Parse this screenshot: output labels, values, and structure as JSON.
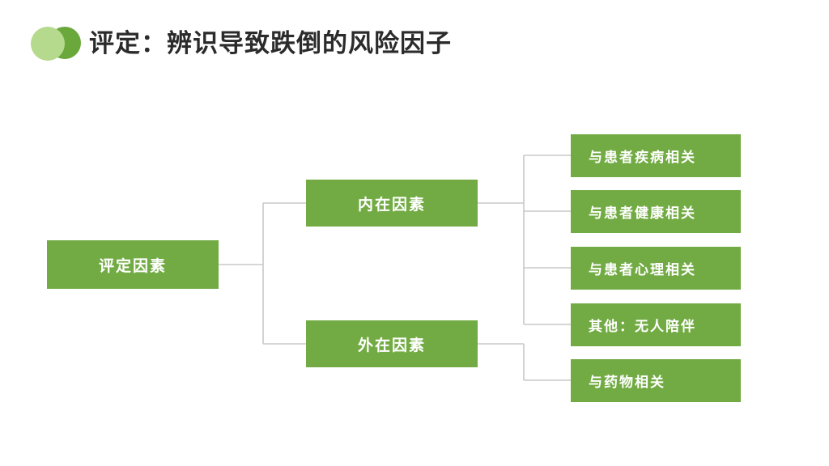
{
  "slide": {
    "title": "评定：辨识导致跌倒的风险因子",
    "background_color": "#ffffff",
    "accent_color": "#72ab43",
    "logo": {
      "circle_front_color": "#b5d98d",
      "circle_back_color": "#6aa83c"
    }
  },
  "diagram": {
    "type": "tree",
    "connector_color": "#c8c8c8",
    "root": {
      "label": "评定因素"
    },
    "branches": [
      {
        "label": "内在因素",
        "children": [
          {
            "label": "与患者疾病相关"
          },
          {
            "label": "与患者健康相关"
          },
          {
            "label": "与患者心理相关"
          },
          {
            "label": "其他：无人陪伴"
          }
        ]
      },
      {
        "label": "外在因素",
        "children": [
          {
            "label": "与药物相关"
          }
        ]
      }
    ],
    "leaves": [
      {
        "label": "与患者疾病相关"
      },
      {
        "label": "与患者健康相关"
      },
      {
        "label": "与患者心理相关"
      },
      {
        "label": "其他：无人陪伴"
      },
      {
        "label": "与药物相关"
      }
    ]
  }
}
